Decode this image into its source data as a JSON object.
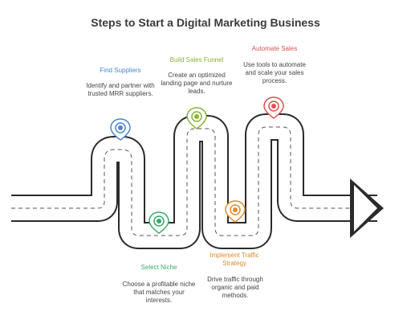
{
  "title": "Steps to Start a Digital Marketing Business",
  "colors": {
    "find": "#4a86c8",
    "niche": "#3aaa6a",
    "funnel": "#8ab236",
    "traffic": "#e08a2c",
    "automate": "#d9534f"
  },
  "steps": [
    {
      "title": "Find Suppliers",
      "desc": "Identify and partner with trusted MRR suppliers.",
      "color": "#4a86c8"
    },
    {
      "title": "Select Niche",
      "desc": "Choose a profitable niche that matches your interests.",
      "color": "#3aaa6a"
    },
    {
      "title": "Build Sales Funnel",
      "desc": "Create an optimized landing page and nurture leads.",
      "color": "#8ab236"
    },
    {
      "title": "Implement Traffic Strategy",
      "desc": "Drive traffic through organic and paid methods.",
      "color": "#e08a2c"
    },
    {
      "title": "Automate Sales",
      "desc": "Use tools to automate and scale your sales process.",
      "color": "#d9534f"
    }
  ]
}
